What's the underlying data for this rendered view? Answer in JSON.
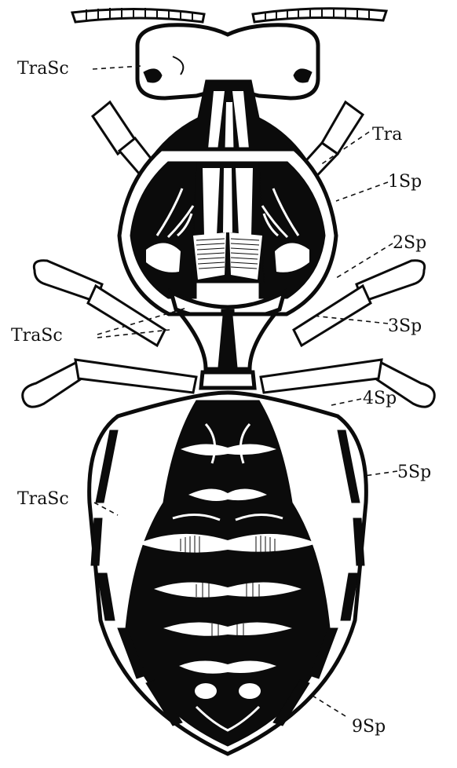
{
  "labels": {
    "trasc_head": "TraSc",
    "tra": "Tra",
    "sp1": "1Sp",
    "sp2": "2Sp",
    "trasc_thorax": "TraSc",
    "sp3": "3Sp",
    "sp4": "4Sp",
    "sp5": "5Sp",
    "trasc_abdomen": "TraSc",
    "sp9": "9Sp"
  },
  "colors": {
    "ink": "#0b0b0b",
    "paper": "#ffffff"
  }
}
